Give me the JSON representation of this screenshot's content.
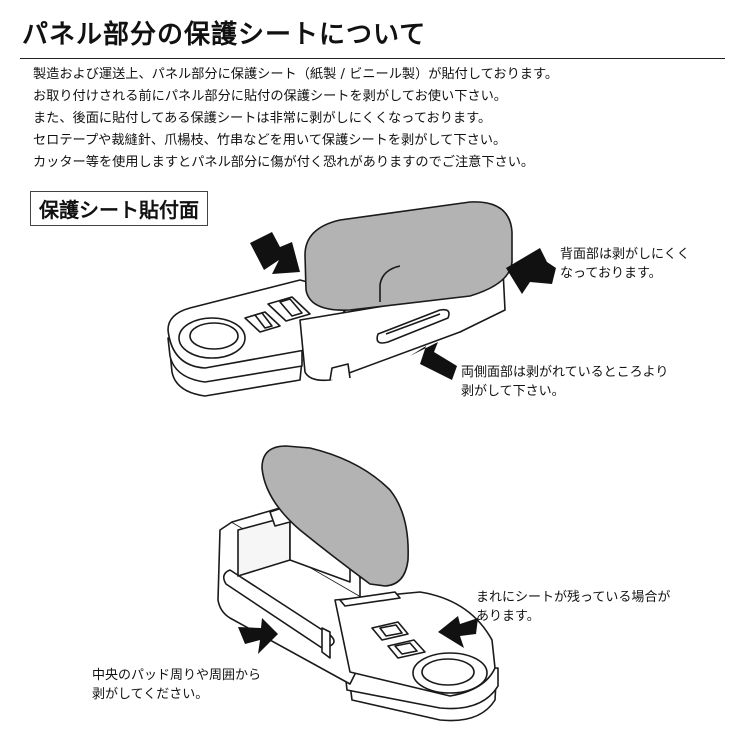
{
  "header": {
    "title": "パネル部分の保護シートについて"
  },
  "intro": {
    "lines": [
      "製造および運送上、パネル部分に保護シート（紙製 / ビニール製）が貼付しております。",
      "お取り付けされる前にパネル部分に貼付の保護シートを剥がしてお使い下さい。",
      "また、後面に貼付してある保護シートは非常に剥がしにくくなっております。",
      "セロテープや裁縫針、爪楊枝、竹串などを用いて保護シートを剥がして下さい。",
      "カッター等を使用しますとパネル部分に傷が付く恐れがありますのでご注意下さい。"
    ]
  },
  "section": {
    "label": "保護シート貼付面"
  },
  "notes": {
    "back": [
      "背面部は剥がしにくく",
      "なっております。"
    ],
    "sides": [
      "両側面部は剥がれているところより",
      "剥がして下さい。"
    ],
    "residue": [
      "まれにシートが残っている場合が",
      "あります。"
    ],
    "center": [
      "中央のパッド周りや周囲から",
      "剥がしてください。"
    ]
  },
  "colors": {
    "lid": "#b3b3b3",
    "line": "#1a1a1a",
    "arrow": "#111111"
  }
}
